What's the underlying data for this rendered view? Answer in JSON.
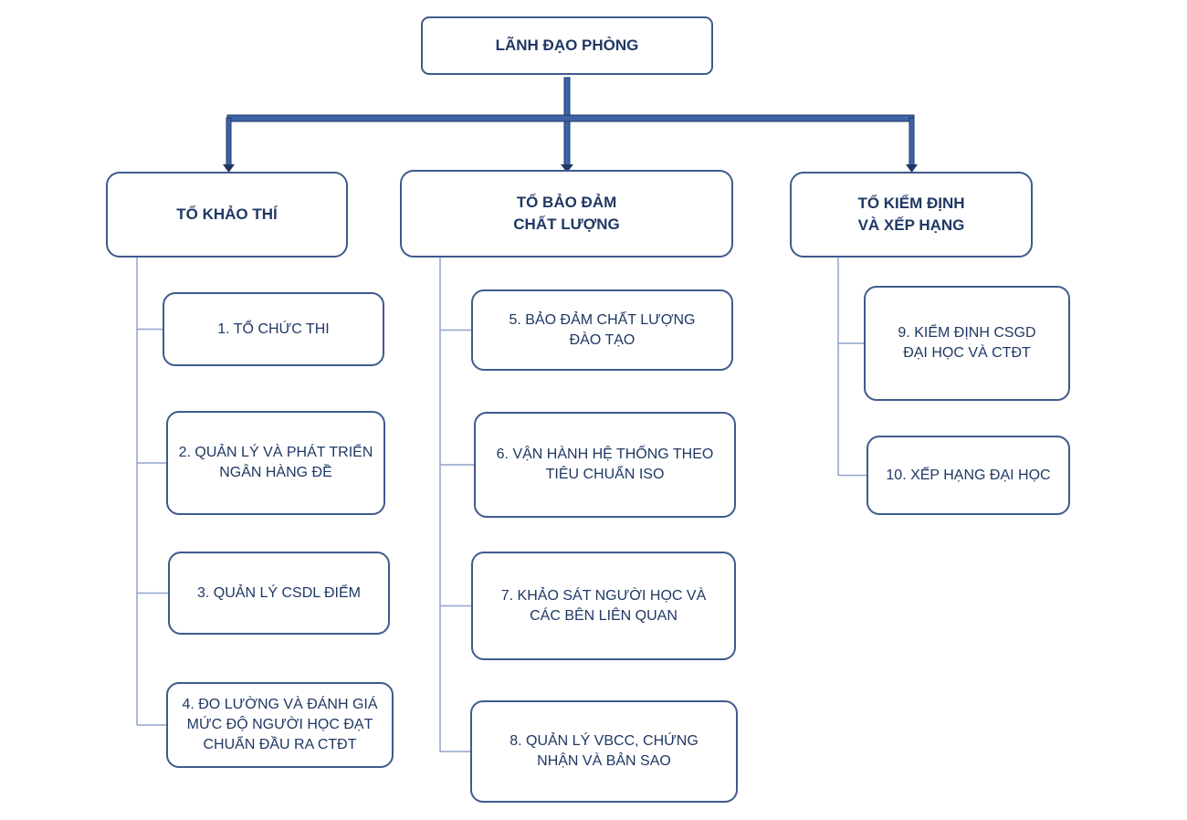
{
  "colors": {
    "border": "#3f5a8c",
    "text": "#1f3864",
    "main_connector_fill": "#3f63a8",
    "main_connector_edge": "#1f3864",
    "branch_line": "#8fa3c9"
  },
  "head": {
    "label": "LÃNH ĐẠO PHÒNG"
  },
  "groups": [
    {
      "label": "TỔ KHẢO THÍ",
      "tasks": [
        "1. TỔ CHỨC THI",
        "2. QUẢN LÝ VÀ PHÁT TRIỂN\nNGÂN HÀNG ĐỀ",
        "3. QUẢN LÝ CSDL ĐIỂM",
        "4. ĐO LƯỜNG VÀ ĐÁNH GIÁ\nMỨC ĐỘ NGƯỜI HỌC ĐẠT\nCHUẨN ĐẦU RA CTĐT"
      ]
    },
    {
      "label": "TỔ BẢO ĐẢM\nCHẤT LƯỢNG",
      "tasks": [
        "5. BẢO ĐẢM CHẤT LƯỢNG\nĐÀO TẠO",
        "6. VẬN HÀNH HỆ THỐNG THEO\nTIÊU CHUẨN ISO",
        "7. KHẢO SÁT NGƯỜI HỌC VÀ\nCÁC BÊN LIÊN QUAN",
        "8. QUẢN LÝ VBCC, CHỨNG\nNHẬN VÀ BẢN SAO"
      ]
    },
    {
      "label": "TỔ KIỂM ĐỊNH\nVÀ XẾP HẠNG",
      "tasks": [
        "9. KIỂM ĐỊNH CSGD\nĐẠI HỌC VÀ CTĐT",
        "10. XẾP HẠNG ĐẠI HỌC"
      ]
    }
  ]
}
